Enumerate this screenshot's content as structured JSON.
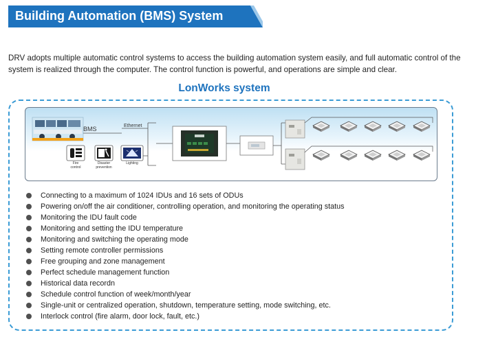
{
  "header": {
    "title": "Building Automation (BMS) System",
    "color": "#1e73be"
  },
  "intro": {
    "text": "DRV adopts multiple automatic control systems to access the building automation system easily, and full automatic control of the system is realized through the computer. The control function is powerful, and operations are simple and clear."
  },
  "section": {
    "title": "LonWorks system",
    "color": "#1e73be",
    "border_color": "#3a9bd5"
  },
  "diagram": {
    "bms_label": "BMS",
    "ethernet_label": "Ethernet",
    "subsystems": [
      {
        "label_line1": "Fire",
        "label_line2": "control",
        "icon": "fire-extinguisher-icon"
      },
      {
        "label_line1": "Disaster",
        "label_line2": "prevention",
        "icon": "emergency-exit-icon"
      },
      {
        "label_line1": "Lighting",
        "label_line2": "",
        "icon": "lamp-icon"
      }
    ],
    "gateway_icon": "lonworks-gateway-icon",
    "controller_icon": "central-controller-icon",
    "odu_icon": "outdoor-unit-icon",
    "idu_icon": "cassette-indoor-unit-icon"
  },
  "features": [
    "Connecting to a maximum of 1024 IDUs and 16 sets of ODUs",
    "Powering on/off the air conditioner, controlling operation, and monitoring the operating status",
    "Monitoring the IDU fault code",
    "Monitoring and setting the IDU temperature",
    "Monitoring and switching the operating mode",
    "Setting remote controller permissions",
    "Free grouping and zone management",
    "Perfect schedule management function",
    "Historical data recordn",
    "Schedule control function of week/month/year",
    "Single-unit or centralized operation, shutdown, temperature setting, mode switching, etc.",
    "Interlock control (fire alarm, door lock, fault, etc.)"
  ]
}
